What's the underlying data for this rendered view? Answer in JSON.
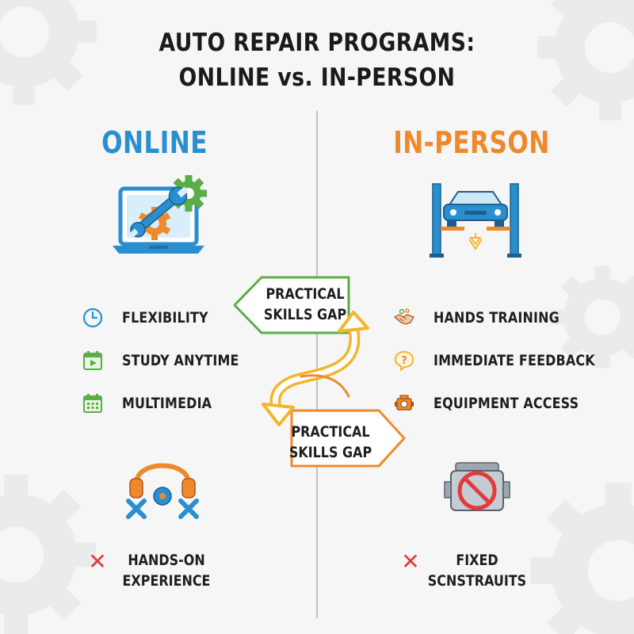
{
  "title": {
    "line1": "AUTO REPAIR PROGRAMS:",
    "line2": "ONLINE vs. IN-PERSON"
  },
  "online": {
    "heading": "ONLINE",
    "color": "#2a8fd0",
    "main_icon": "laptop-wrench-gear-icon",
    "features": [
      {
        "label": "FLEXIBILITY",
        "icon": "clock-icon"
      },
      {
        "label": "STUDY ANYTIME",
        "icon": "video-calendar-icon"
      },
      {
        "label": "MULTIMEDIA",
        "icon": "calendar-icon"
      }
    ],
    "con_icon": "headphones-gear-icon",
    "con": {
      "mark": "✕",
      "line1": "HANDS-ON",
      "line2": "EXPERIENCE"
    }
  },
  "inperson": {
    "heading": "IN-PERSON",
    "color": "#ef8a2c",
    "main_icon": "car-lift-icon",
    "features": [
      {
        "label": "HANDS TRAINING",
        "icon": "handshake-icon"
      },
      {
        "label": "IMMEDIATE FEEDBACK",
        "icon": "question-bubble-icon"
      },
      {
        "label": "EQUIPMENT ACCESS",
        "icon": "engine-icon"
      }
    ],
    "con_icon": "no-engine-icon",
    "con": {
      "mark": "✕",
      "line1": "FIXED",
      "line2": "SCNSTRAUITS"
    }
  },
  "gap_top": {
    "line1": "PRACTICAL",
    "line2": "SKILLS GAP",
    "color": "#5aad47"
  },
  "gap_bottom": {
    "line1": "PRACTICAL",
    "line2": "SKILLS GAP",
    "color": "#ef8a2c"
  },
  "colors": {
    "blue": "#2a8fd0",
    "orange": "#ef8a2c",
    "green": "#5aad47",
    "yellow": "#f4b52b",
    "red": "#e23b3b",
    "background": "#f6f6f6"
  }
}
